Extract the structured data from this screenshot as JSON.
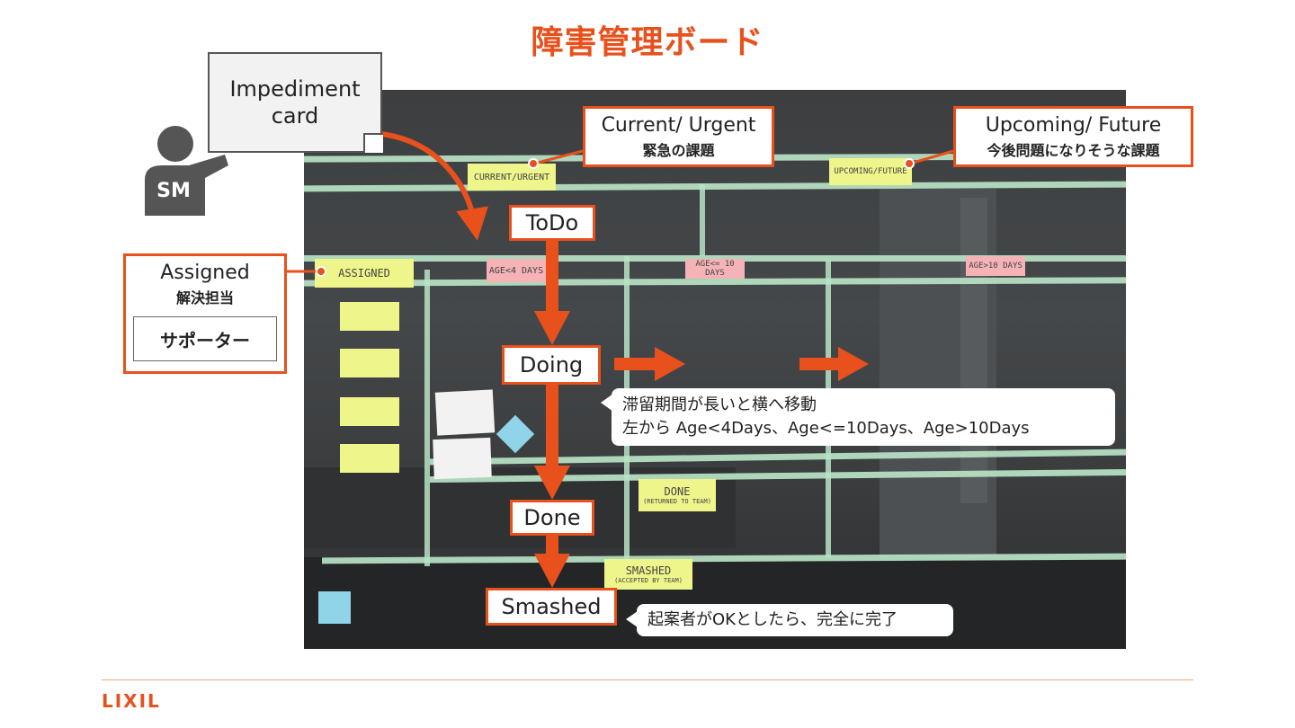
{
  "slide": {
    "title": "障害管理ボード",
    "logo": "LIXIL"
  },
  "callouts": {
    "impediment_card": [
      "Impediment",
      "card"
    ],
    "sm": "SM",
    "current": {
      "en": "Current/ Urgent",
      "jp": "緊急の課題"
    },
    "upcoming": {
      "en": "Upcoming/ Future",
      "jp": "今後問題になりそうな課題"
    },
    "assigned": {
      "en": "Assigned",
      "jp": "解決担当",
      "role": "サポーター"
    }
  },
  "stages": [
    "ToDo",
    "Doing",
    "Done",
    "Smashed"
  ],
  "notes": {
    "doing": [
      "滞留期間が長いと横へ移動",
      "左から Age<4Days、Age<=10Days、Age>10Days"
    ],
    "smashed": "起案者がOKとしたら、完全に完了"
  },
  "stickies": {
    "current": "CURRENT/URGENT",
    "upcoming": "UPCOMING/FUTURE",
    "assigned": "ASSIGNED",
    "age1": "AGE<4 DAYS",
    "age2": "AGE<= 10 DAYS",
    "age3": "AGE>10 DAYS",
    "done": [
      "DONE",
      "(RETURNED TO TEAM)"
    ],
    "smashed": [
      "SMASHED",
      "(ACCEPTED BY TEAM)"
    ]
  },
  "colors": {
    "accent": "#e8501c",
    "tape": "#b9e3c6",
    "sticky_yellow": "#eef58a",
    "sticky_pink": "#f5b2b7",
    "person_icon": "#555555"
  },
  "icons": {
    "person": "person-icon",
    "arrow": "arrow-icon"
  }
}
